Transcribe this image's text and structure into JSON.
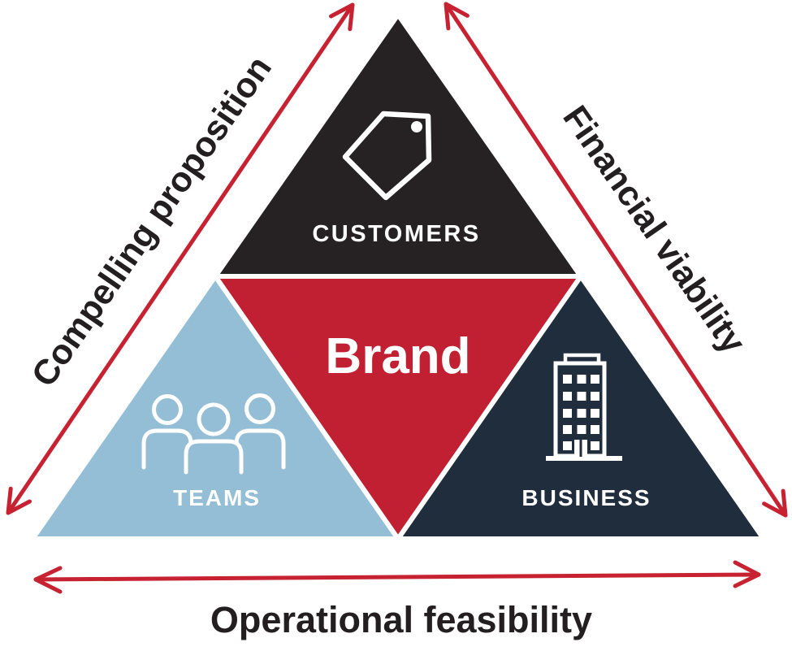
{
  "segments": {
    "customers": {
      "label": "CUSTOMERS",
      "color": "#262223",
      "icon": "tag-icon"
    },
    "teams": {
      "label": "TEAMS",
      "color": "#93bed6",
      "icon": "people-icon"
    },
    "business": {
      "label": "BUSINESS",
      "color": "#1f2d3d",
      "icon": "building-icon"
    },
    "brand": {
      "label": "Brand",
      "color": "#c02031"
    }
  },
  "axes": {
    "left": {
      "label": "Compelling proposition"
    },
    "right": {
      "label": "Financial viability"
    },
    "bottom": {
      "label": "Operational feasibility"
    }
  },
  "colors": {
    "arrow": "#c62231",
    "label": "#231f20",
    "icon": "#ffffff",
    "background": "#ffffff"
  }
}
